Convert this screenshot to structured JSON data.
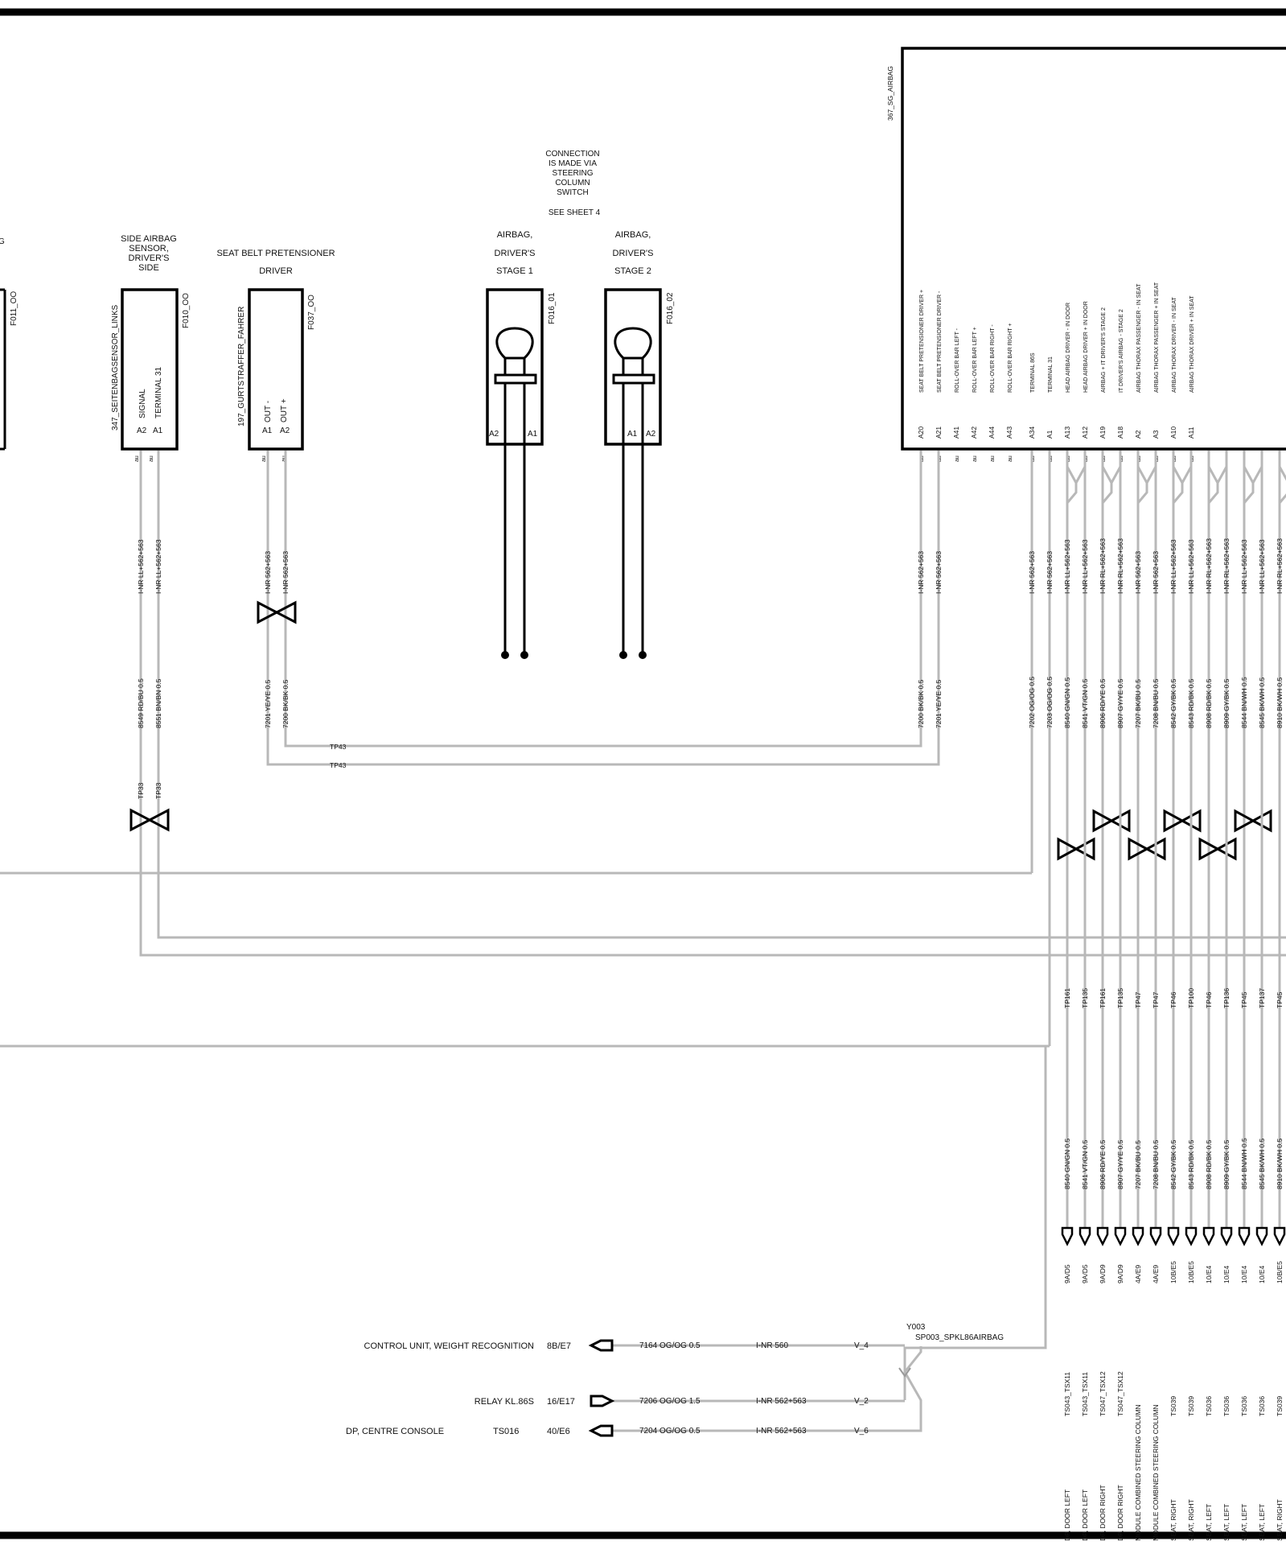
{
  "ecu": {
    "name": "367_SG_AIRBAG",
    "pins": [
      {
        "pin": "A20",
        "desc": "SEAT BELT PRETENSIONER DRIVER",
        "extra": "+"
      },
      {
        "pin": "A21",
        "desc": "SEAT BELT PRETENSIONER DRIVER",
        "extra": "-"
      },
      {
        "pin": "A41",
        "desc": "ROLL-OVER BAR  LEFT",
        "extra": "-"
      },
      {
        "pin": "A42",
        "desc": "ROLL-OVER BAR  LEFT",
        "extra": "+"
      },
      {
        "pin": "A44",
        "desc": "ROLL-OVER BAR  RIGHT",
        "extra": "-"
      },
      {
        "pin": "A43",
        "desc": "ROLL-OVER BAR  RIGHT",
        "extra": "+"
      },
      {
        "pin": "A34",
        "desc": "TERMINAL 86S",
        "extra": ""
      },
      {
        "pin": "A1",
        "desc": "TERMINAL 31",
        "extra": ""
      },
      {
        "pin": "A13",
        "desc": "HEAD AIRBAG  DRIVER  -  IN DOOR",
        "extra": ""
      },
      {
        "pin": "A12",
        "desc": "HEAD AIRBAG  DRIVER  +  IN DOOR",
        "extra": ""
      },
      {
        "pin": "A19",
        "desc": "AIRBAG +  IT DRIVER'S  STAGE 2",
        "extra": ""
      },
      {
        "pin": "A18",
        "desc": "IT  DRIVER'S  AIRBAG -  STAGE 2",
        "extra": ""
      },
      {
        "pin": "A2",
        "desc": "AIRBAG  THORAX  PASSENGER  -  IN SEAT",
        "extra": ""
      },
      {
        "pin": "A3",
        "desc": "AIRBAG  THORAX  PASSENGER  +  IN SEAT",
        "extra": ""
      },
      {
        "pin": "A10",
        "desc": "AIRBAG  THORAX  DRIVER  -  IN SEAT",
        "extra": ""
      },
      {
        "pin": "A11",
        "desc": "AIRBAG  THORAX  DRIVER  +  IN SEAT",
        "extra": ""
      }
    ]
  },
  "components": {
    "left_partial": {
      "ref": "F011_OO",
      "top_label": "G"
    },
    "side_sensor": {
      "title": [
        "SIDE AIRBAG",
        "SENSOR,",
        "DRIVER'S",
        "SIDE"
      ],
      "part": "347_SEITENBAGSENSOR_LINKS",
      "ref": "F010_OO",
      "pin_labels": [
        "SIGNAL",
        "TERMINAL 31"
      ],
      "pins": [
        "A2",
        "A1"
      ]
    },
    "pretensioner": {
      "title": [
        "SEAT BELT PRETENSIONER",
        "DRIVER"
      ],
      "part": "197_GURTSTRAFFER_FAHRER",
      "ref": "F037_OO",
      "pin_labels": [
        "OUT  -",
        "OUT  +"
      ],
      "pins": [
        "A1",
        "A2"
      ]
    },
    "airbag1": {
      "title": [
        "AIRBAG,",
        "DRIVER'S",
        "STAGE 1"
      ],
      "ref": "F016_01",
      "pins": [
        "A2",
        "A1"
      ]
    },
    "airbag2": {
      "title": [
        "AIRBAG,",
        "DRIVER'S",
        "STAGE 2"
      ],
      "ref": "F016_02",
      "pins": [
        "A1",
        "A2"
      ]
    },
    "connection_note": [
      "CONNECTION",
      "IS MADE VIA",
      "STEERING",
      "COLUMN",
      "SWITCH",
      "SEE SHEET 4"
    ]
  },
  "wires": {
    "sensor": [
      {
        "nr": "I-NR LL+562+563",
        "color": "8549 RD/BU 0.5",
        "tp": "TP33"
      },
      {
        "nr": "I-NR LL+562+563",
        "color": "8551 BN/BN 0.5",
        "tp": "TP33"
      }
    ],
    "pretensioner": [
      {
        "nr": "I-NR 562+563",
        "color": "7201 YE/YE 0.5",
        "tp": "TP43"
      },
      {
        "nr": "I-NR 562+563",
        "color": "7200 BK/BK 0.5",
        "tp": "TP43"
      }
    ],
    "ecu_low": [
      {
        "nr": "I-NR 562+563",
        "color": "7200 BK/BK 0.5"
      },
      {
        "nr": "I-NR 562+563",
        "color": "7201 YE/YE 0.5"
      }
    ],
    "ecu_mid": [
      {
        "nr": "I-NR 562+563",
        "color": "7202 OG/OG 0.5"
      },
      {
        "nr": "I-NR 562+563",
        "color": "7203 OG/OG 0.5"
      }
    ],
    "ecu_bundle": [
      {
        "nr": "I-NR LL+562+563",
        "color": "8540 GN/GN 0.5",
        "tp": "TP161",
        "color2": "8540 GN/GN 0.5",
        "code": "9A/D5",
        "dest_a": "DP, DOOR LEFT",
        "dest_b": "TS043_TSX11"
      },
      {
        "nr": "I-NR LL+562+563",
        "color": "8541 VT/GN 0.5",
        "tp": "TP135",
        "color2": "8541 VT/GN 0.5",
        "code": "9A/D5",
        "dest_a": "DP, DOOR LEFT",
        "dest_b": "TS043_TSX11"
      },
      {
        "nr": "I-NR RL+562+563",
        "color": "8906 RD/YE 0.5",
        "tp": "TP161",
        "color2": "8906 RD/YE 0.5",
        "code": "9A/D9",
        "dest_a": "DP, DOOR RIGHT",
        "dest_b": "TS047_TSX12"
      },
      {
        "nr": "I-NR RL+562+563",
        "color": "8907 GY/YE 0.5",
        "tp": "TP135",
        "color2": "8907 GY/YE 0.5",
        "code": "9A/D9",
        "dest_a": "DP, DOOR RIGHT",
        "dest_b": "TS047_TSX12"
      },
      {
        "nr": "I-NR 562+563",
        "color": "7207 BK/BU 0.5",
        "tp": "TP47",
        "color2": "7207 BK/BU 0.5",
        "code": "4A/E9",
        "dest_a": "MODULE  COMBINED STEERING COLUMN",
        "dest_b": ""
      },
      {
        "nr": "I-NR 562+563",
        "color": "7208 BN/BU 0.5",
        "tp": "TP47",
        "color2": "7208 BN/BU 0.5",
        "code": "4A/E9",
        "dest_a": "MODULE  COMBINED STEERING COLUMN",
        "dest_b": ""
      },
      {
        "nr": "I-NR LL+562+563",
        "color": "8542 GY/BK 0.5",
        "tp": "TP46",
        "color2": "8542 GY/BK 0.5",
        "code": "10B/E5",
        "dest_a": "SEAT, RIGHT",
        "dest_b": "TS039"
      },
      {
        "nr": "I-NR LL+562+563",
        "color": "8543 RD/BK 0.5",
        "tp": "TP100",
        "color2": "8543 RD/BK 0.5",
        "code": "10B/E5",
        "dest_a": "SEAT, RIGHT",
        "dest_b": "TS039"
      },
      {
        "nr": "I-NR RL+562+563",
        "color": "8908 RD/BK 0.5",
        "tp": "TP46",
        "color2": "8908 RD/BK 0.5",
        "code": "10/E4",
        "dest_a": "SEAT, LEFT",
        "dest_b": "TS036"
      },
      {
        "nr": "I-NR RL+562+563",
        "color": "8909 GY/BK 0.5",
        "tp": "TP136",
        "color2": "8909 GY/BK 0.5",
        "code": "10/E4",
        "dest_a": "SEAT, LEFT",
        "dest_b": "TS036"
      },
      {
        "nr": "I-NR LL+562+563",
        "color": "8544 BN/WH 0.5",
        "tp": "TP45",
        "color2": "8544 BN/WH 0.5",
        "code": "10/E4",
        "dest_a": "SEAT, LEFT",
        "dest_b": "TS036"
      },
      {
        "nr": "I-NR LL+562+563",
        "color": "8545 BK/WH 0.5",
        "tp": "TP137",
        "color2": "8545 BK/WH 0.5",
        "code": "10/E4",
        "dest_a": "SEAT, LEFT",
        "dest_b": "TS036"
      },
      {
        "nr": "I-NR RL+562+563",
        "color": "8910 BK/WH 0.5",
        "tp": "TP45",
        "color2": "8910 BK/WH 0.5",
        "code": "10B/E5",
        "dest_a": "SEAT, RIGHT",
        "dest_b": "TS039"
      }
    ]
  },
  "splice": {
    "id": "Y003",
    "name": "SP003_SPKL86AIRBAG"
  },
  "bottom_connections": [
    {
      "label_a": "CONTROL   UNIT,   WEIGHT  RECOGNITION",
      "label_b": "",
      "code": "8B/E7",
      "dir": "in",
      "wire": "7164 OG/OG 0.5",
      "nr": "I-NR 560",
      "v": "V_4"
    },
    {
      "label_a": "RELAY KL.86S",
      "label_b": "",
      "code": "16/E17",
      "dir": "out",
      "wire": "7206 OG/OG 1.5",
      "nr": "I-NR 562+563",
      "v": "V_2"
    },
    {
      "label_a": "DP,    CENTRE CONSOLE",
      "label_b": "TS016",
      "code": "40/E6",
      "dir": "in",
      "wire": "7204 OG/OG 0.5",
      "nr": "I-NR 562+563",
      "v": "V_6"
    }
  ]
}
